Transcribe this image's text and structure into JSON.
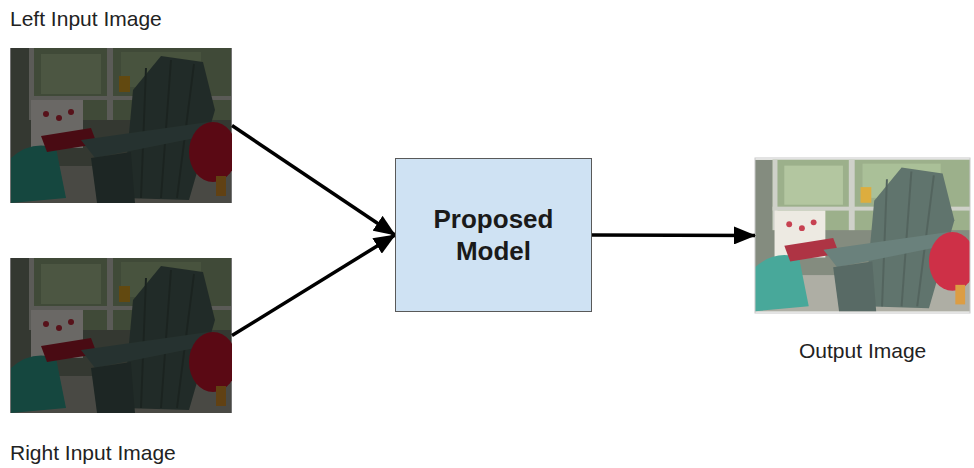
{
  "diagram": {
    "nodes": [
      {
        "text": [
          "Left Input Image"
        ]
      },
      {
        "text": [
          "Right Input Image"
        ]
      },
      {
        "text": [
          "Proposed Model"
        ]
      },
      {
        "text": [
          "Output Image"
        ]
      }
    ],
    "edges": [
      {
        "from": 0,
        "to": 2,
        "arrow": "to"
      },
      {
        "from": 1,
        "to": 2,
        "arrow": "to"
      },
      {
        "from": 2,
        "to": 3,
        "arrow": "to"
      }
    ]
  }
}
